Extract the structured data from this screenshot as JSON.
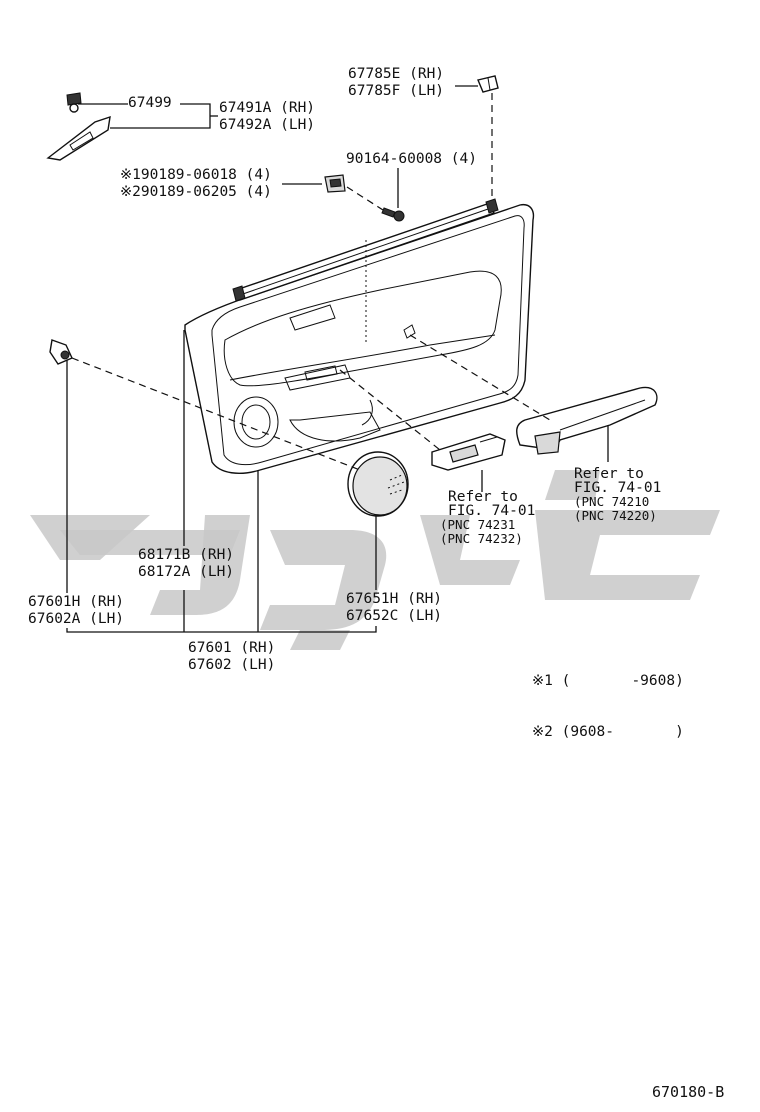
{
  "labels": {
    "p67785": [
      "67785E (RH)",
      "67785F (LH)"
    ],
    "p67499": "67499",
    "p67491": [
      "67491A (RH)",
      "67492A (LH)"
    ],
    "p90164": "90164-60008 (4)",
    "p90189": [
      "※190189-06018 (4)",
      "※290189-06205 (4)"
    ],
    "refer1": [
      "Refer to",
      "FIG. 74-01",
      "(PNC 74210",
      "(PNC 74220)"
    ],
    "refer2": [
      "Refer to",
      "FIG. 74-01",
      "(PNC 74231",
      "(PNC 74232)"
    ],
    "p68171": [
      "68171B (RH)",
      "68172A (LH)"
    ],
    "p67601h": [
      "67601H (RH)",
      "67602A (LH)"
    ],
    "p67651": [
      "67651H (RH)",
      "67652C (LH)"
    ],
    "p67601": [
      "67601 (RH)",
      "67602 (LH)"
    ],
    "notes": [
      "※1 (       -9608)",
      "※2 (9608-       )"
    ],
    "figure_code": "670180-B"
  }
}
